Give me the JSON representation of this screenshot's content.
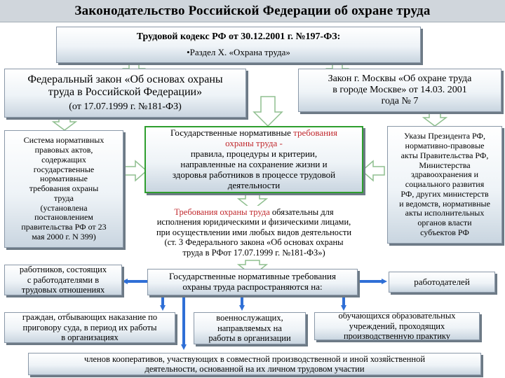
{
  "title": "Законодательство Российской Федерации об охране труда",
  "labor_code": {
    "line1": "Трудовой кодекс РФ от 30.12.2001 г. №197-ФЗ:",
    "line2": "•Раздел X. «Охрана труда»"
  },
  "federal_law": {
    "line1": "Федеральный закон «Об основах охраны",
    "line2": "труда в Российской Федерации»",
    "line3": "(от 17.07.1999 г. №181-ФЗ)"
  },
  "moscow_law": {
    "line1": "Закон г. Москвы «Об охране труда",
    "line2": "в городе Москве» от 14.03. 2001",
    "line3": "года № 7"
  },
  "system_box": [
    "Система нормативных",
    "правовых актов,",
    "содержащих",
    "государственные",
    "нормативные",
    "требования охраны",
    "труда",
    "(установлена",
    "постановлением",
    "правительства РФ от 23",
    "мая 2000 г. N 399)"
  ],
  "state_requirements": {
    "line1a": "Государственные нормативные ",
    "line1b": "требования",
    "line2": "охраны труда -",
    "line3": "правила, процедуры и критерии,",
    "line4": "направленные на сохранение жизни и",
    "line5": "здоровья работников в процессе трудовой",
    "line6": "деятельности"
  },
  "mandatory": {
    "line1a": "Требования охраны труда",
    "line1b": " обязательны для",
    "line2": "исполнения юридическими и физическими лицами,",
    "line3": "при осуществлении ими любых видов деятельности",
    "line4": "(ст. 3 Федерального закона «Об основах охраны",
    "line5": "труда в РФот 17.07.1999 г. №181-ФЗ»)"
  },
  "decrees": [
    "Указы Президента РФ,",
    "нормативно-правовые",
    "акты Правительства РФ,",
    "Министерства",
    "здравоохранения и",
    "социального развития",
    "РФ, других министерств",
    "и ведомств, нормативные",
    "акты исполнительных",
    "органов власти",
    "субъектов РФ"
  ],
  "workers": [
    "работников, состоящих",
    "с работодателями в",
    "трудовых отношениях"
  ],
  "applies_to": [
    "Государственные нормативные требования",
    "охраны труда распространяются на:"
  ],
  "employers": "работодателей",
  "convicts": [
    "граждан, отбывающих наказание по",
    "приговору суда, в период их работы",
    "в организациях"
  ],
  "military": [
    "военнослужащих,",
    "направляемых на",
    "работы в организации"
  ],
  "students": [
    "обучающихся образовательных",
    "учреждений, проходящих",
    "производственную практику"
  ],
  "cooperatives": [
    "членов кооперативов, участвующих в совместной производственной и иной хозяйственной",
    "деятельности, основанной на их личном трудовом участии"
  ],
  "colors": {
    "title_bg": "#d0d6dc",
    "green_border": "#2e9e2e",
    "arrow_blue": "#2f6fd6",
    "arrow_outline": "#8fbf8f",
    "red_text": "#c0282d"
  }
}
